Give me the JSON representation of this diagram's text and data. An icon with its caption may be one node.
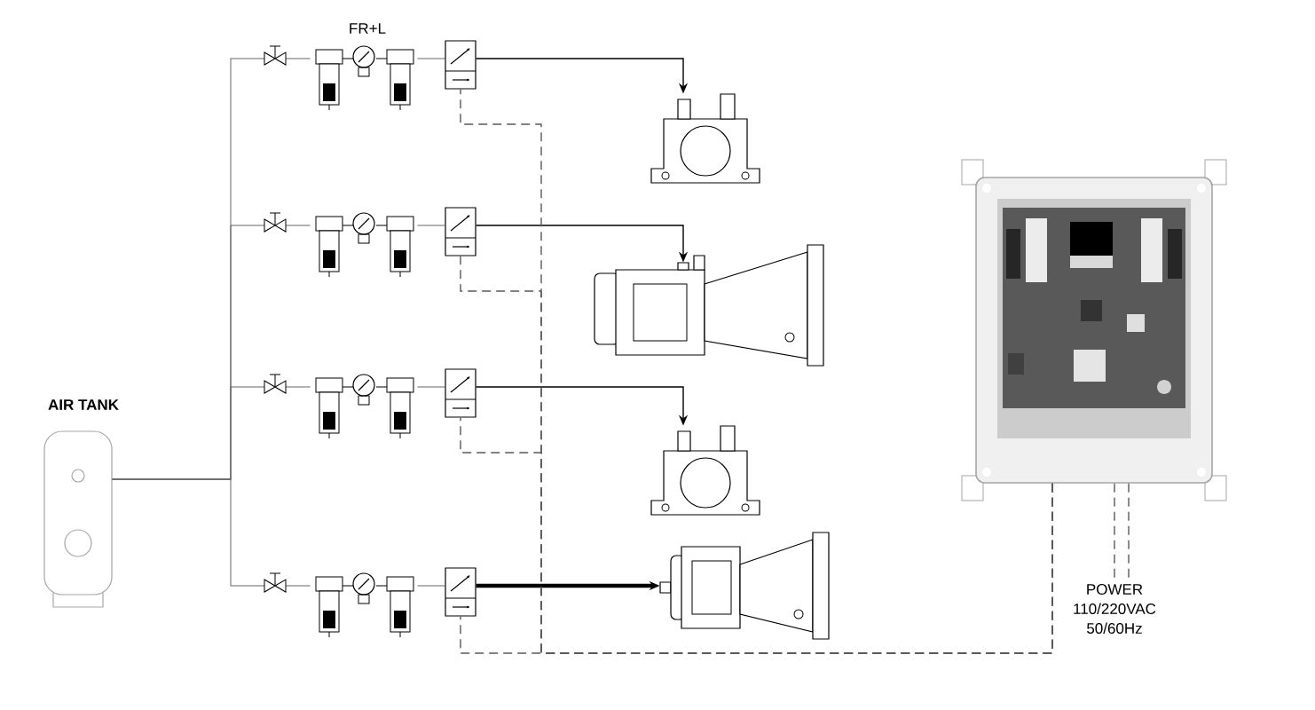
{
  "diagram": {
    "nodes": [
      {
        "text": [
          "AIR TANK"
        ]
      },
      {
        "text": [
          "FR+L"
        ]
      },
      {
        "text": [],
        "shape": "picture"
      },
      {
        "text": [],
        "shape": "picture"
      },
      {
        "text": [],
        "shape": "picture"
      },
      {
        "text": [],
        "shape": "box"
      },
      {
        "text": [],
        "shape": "box"
      },
      {
        "text": [],
        "shape": "box"
      },
      {
        "text": [],
        "shape": "box"
      },
      {
        "text": [],
        "shape": "picture"
      },
      {
        "text": [],
        "shape": "picture"
      },
      {
        "text": [],
        "shape": "picture"
      },
      {
        "text": [],
        "shape": "picture"
      },
      {
        "text": [],
        "shape": "box"
      },
      {
        "text": [
          "POWER 110/220VAC 50/60Hz"
        ]
      }
    ],
    "edges": [
      {
        "from": 0,
        "to": 1,
        "arrow": "none"
      },
      {
        "from": 0,
        "to": 2,
        "arrow": "none"
      },
      {
        "from": 0,
        "to": 3,
        "arrow": "none"
      },
      {
        "from": 0,
        "to": 4,
        "arrow": "none"
      },
      {
        "from": 1,
        "to": 5,
        "arrow": "none"
      },
      {
        "from": 2,
        "to": 6,
        "arrow": "none"
      },
      {
        "from": 3,
        "to": 7,
        "arrow": "none"
      },
      {
        "from": 4,
        "to": 8,
        "arrow": "none"
      },
      {
        "from": 5,
        "to": 9,
        "arrow": "to",
        "color": "#000000"
      },
      {
        "from": 6,
        "to": 10,
        "arrow": "to",
        "color": "#000000"
      },
      {
        "from": 7,
        "to": 11,
        "arrow": "to",
        "color": "#000000"
      },
      {
        "from": 8,
        "to": 12,
        "arrow": "to",
        "style": "thick",
        "color": "#000000"
      },
      {
        "from": 5,
        "to": 13,
        "arrow": "none",
        "style": "dashed"
      },
      {
        "from": 6,
        "to": 13,
        "arrow": "none",
        "style": "dashed"
      },
      {
        "from": 7,
        "to": 13,
        "arrow": "none",
        "style": "dashed"
      },
      {
        "from": 8,
        "to": 13,
        "arrow": "none",
        "style": "dashed"
      },
      {
        "from": 13,
        "to": 14,
        "arrow": "none",
        "style": "dashed"
      },
      {
        "from": 13,
        "to": 14,
        "arrow": "none",
        "style": "dashed"
      }
    ]
  }
}
